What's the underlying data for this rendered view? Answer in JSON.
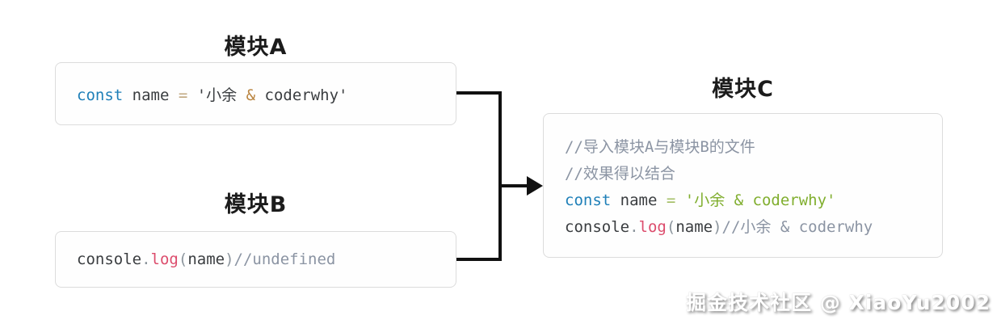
{
  "modules": {
    "moduleA": {
      "title": "模块A",
      "lines": [
        [
          {
            "c": "kw",
            "t": "const"
          },
          {
            "c": "pl",
            "t": " name "
          },
          {
            "c": "op",
            "t": "="
          },
          {
            "c": "pl",
            "t": " '小余 "
          },
          {
            "c": "amp",
            "t": "&"
          },
          {
            "c": "pl",
            "t": " coderwhy'"
          }
        ]
      ]
    },
    "moduleB": {
      "title": "模块B",
      "lines": [
        [
          {
            "c": "pl",
            "t": "console"
          },
          {
            "c": "pun",
            "t": "."
          },
          {
            "c": "fn",
            "t": "log"
          },
          {
            "c": "pun",
            "t": "("
          },
          {
            "c": "pl",
            "t": "name"
          },
          {
            "c": "pun",
            "t": ")"
          },
          {
            "c": "com",
            "t": "//undefined"
          }
        ]
      ]
    },
    "moduleC": {
      "title": "模块C",
      "lines": [
        [
          {
            "c": "com",
            "t": "//导入模块A与模块B的文件"
          }
        ],
        [
          {
            "c": "com",
            "t": "//效果得以结合"
          }
        ],
        [
          {
            "c": "kw",
            "t": "const"
          },
          {
            "c": "pl",
            "t": " name "
          },
          {
            "c": "eq",
            "t": "="
          },
          {
            "c": "pl",
            "t": " "
          },
          {
            "c": "str",
            "t": "'小余 & coderwhy'"
          }
        ],
        [
          {
            "c": "pl",
            "t": "console"
          },
          {
            "c": "pun",
            "t": "."
          },
          {
            "c": "fn",
            "t": "log"
          },
          {
            "c": "pun",
            "t": "("
          },
          {
            "c": "pl",
            "t": "name"
          },
          {
            "c": "pun",
            "t": ")"
          },
          {
            "c": "com",
            "t": "//小余 & coderwhy"
          }
        ]
      ]
    }
  },
  "connector": {
    "from": [
      "模块A",
      "模块B"
    ],
    "to": "模块C"
  },
  "watermark": {
    "text": "掘金技术社区 @ XiaoYu2002"
  },
  "colors": {
    "background": "#ffffff",
    "box_border": "#dcdcdc",
    "box_background": "#fefefe",
    "title_text": "#1c1c1c",
    "arrow": "#111111",
    "syntax_keyword": "#1e7fb8",
    "syntax_plain": "#3a3d40",
    "syntax_operator_tan": "#c0a77f",
    "syntax_ampersand_orange": "#b98440",
    "syntax_function": "#dc4c6c",
    "syntax_punctuation": "#8c959d",
    "syntax_comment": "#8b94a3",
    "syntax_string_green": "#80ae2e",
    "syntax_equals_green": "#a2bd63",
    "watermark_text": "#ffffff"
  }
}
